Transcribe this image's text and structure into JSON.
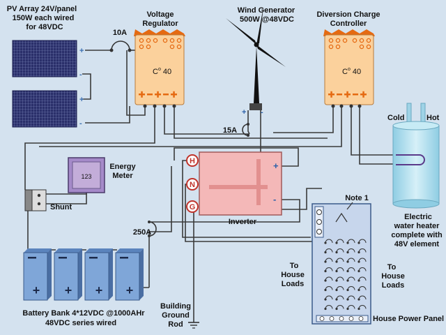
{
  "colors": {
    "background": "#d4e2ef",
    "regulator": "#fbd19c",
    "regulator_accent": "#e56a12",
    "inverter": "#f4b8b8",
    "inverter_terminal": "#c0342c",
    "battery": "#7fa6d8",
    "panel": "#c7d6ec",
    "water_heater": "#b9e3f1",
    "meter": "#a58ac9",
    "pv_cell": "#2a2f6a"
  },
  "labels": {
    "pv_array": [
      "PV Array 24V/panel",
      "150W each wired",
      "for 48VDC"
    ],
    "voltage_regulator": [
      "Voltage",
      "Regulator"
    ],
    "wind_generator": [
      "Wind Generator",
      "500W @48VDC"
    ],
    "diversion_controller": [
      "Diversion Charge",
      "Controller"
    ],
    "fuse_10a": "10A",
    "fuse_15a": "15A",
    "fuse_250a": "250A",
    "controller_temp": "40",
    "controller_temp_prefix": "C",
    "controller_temp_sup": "o",
    "energy_meter": [
      "Energy",
      "Meter"
    ],
    "meter_reading": "123",
    "shunt": "Shunt",
    "inverter": "Inverter",
    "terminal_h": "H",
    "terminal_n": "N",
    "terminal_g": "G",
    "note": "Note 1",
    "to_house_loads_left": [
      "To",
      "House",
      "Loads"
    ],
    "to_house_loads_right": [
      "To",
      "House",
      "Loads"
    ],
    "cold": "Cold",
    "hot": "Hot",
    "water_heater": [
      "Electric",
      "water heater",
      "complete with",
      "48V element"
    ],
    "battery_bank": [
      "Battery Bank 4*12VDC @1000AHr",
      "48VDC series wired"
    ],
    "ground_rod": [
      "Building",
      "Ground",
      "Rod"
    ],
    "house_power_panel": "House Power Panel",
    "plus": "+",
    "minus": "-",
    "dc_plus": "+",
    "dc_minus": "-"
  }
}
